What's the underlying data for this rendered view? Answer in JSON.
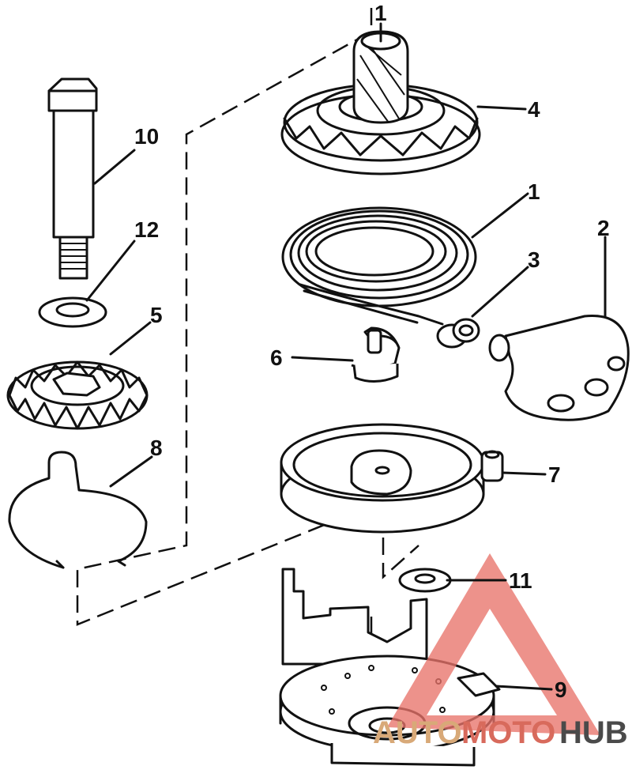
{
  "diagram": {
    "callouts": [
      {
        "id": "top-1",
        "label": "1"
      },
      {
        "id": "part-4",
        "label": "4"
      },
      {
        "id": "part-10",
        "label": "10"
      },
      {
        "id": "part-1",
        "label": "1"
      },
      {
        "id": "part-2",
        "label": "2"
      },
      {
        "id": "part-12",
        "label": "12"
      },
      {
        "id": "part-3",
        "label": "3"
      },
      {
        "id": "part-5",
        "label": "5"
      },
      {
        "id": "part-6",
        "label": "6"
      },
      {
        "id": "part-8",
        "label": "8"
      },
      {
        "id": "part-7",
        "label": "7"
      },
      {
        "id": "part-11",
        "label": "11"
      },
      {
        "id": "part-9",
        "label": "9"
      }
    ]
  },
  "watermark": {
    "word_1": "AUTO",
    "word_2": "MOTO",
    "word_3": "HUB",
    "colors": {
      "triangle": "#e8736a",
      "auto": "#d8a978",
      "moto": "#d86a5c",
      "hub": "#4a4a4a"
    }
  }
}
